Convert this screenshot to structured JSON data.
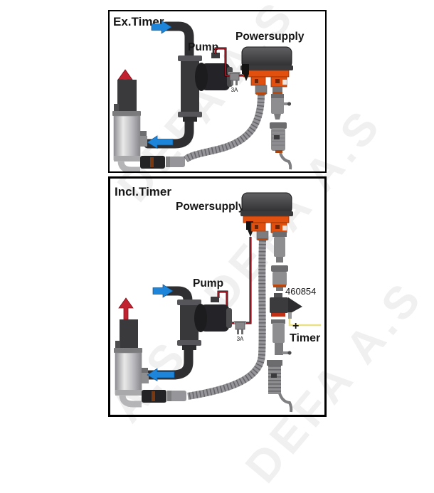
{
  "watermark": {
    "line1": "DEFA A.S - DEF",
    "line2": "A.S - DEFA A.S",
    "line3": "DEFA A.S"
  },
  "colors": {
    "arrow_blue": "#1d86da",
    "arrow_red": "#c2212f",
    "wire_red": "#e0192b",
    "powersupply_orange": "#e1500f",
    "timer_wire_yellow": "#eae085",
    "hose_dark": "#2f2f31",
    "corrugated_gray": "#96969a"
  },
  "panel_top": {
    "title": "Ex.Timer",
    "pump_label": "Pump",
    "powersupply_label": "Powersupply",
    "fuse_label": "3A"
  },
  "panel_bottom": {
    "title": "Incl.Timer",
    "powersupply_label": "Powersupply",
    "pump_label": "Pump",
    "fuse_label": "3A",
    "part_number": "460854",
    "plus_sign": "+",
    "timer_label": "Timer"
  }
}
